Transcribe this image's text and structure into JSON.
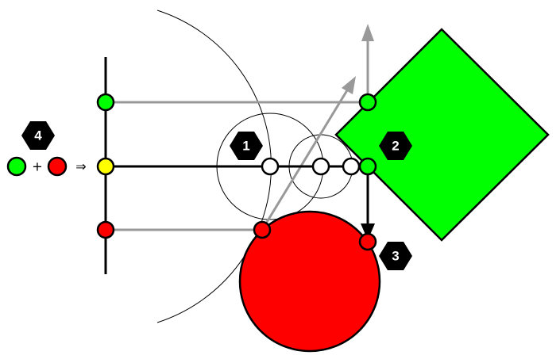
{
  "colors": {
    "green": "#00ff00",
    "red": "#ff0000",
    "yellow": "#ffff00",
    "gray": "#999999",
    "black": "#000000"
  },
  "labels": {
    "step1": "1",
    "step2": "2",
    "step3": "3",
    "step4": "4"
  },
  "legend": {
    "plus": "+",
    "implies": "⇒"
  }
}
